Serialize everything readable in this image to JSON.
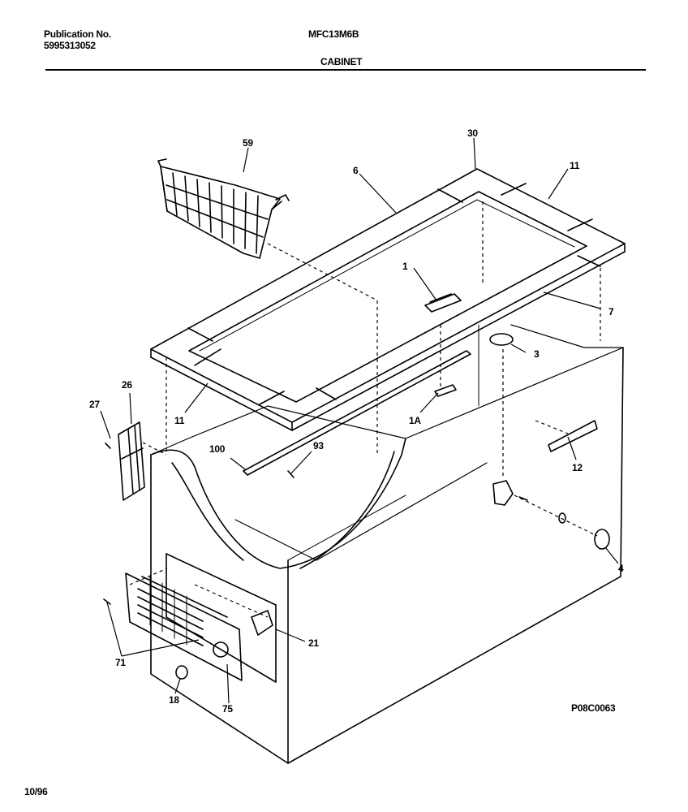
{
  "header": {
    "publication_label": "Publication No.",
    "publication_number": "5995313052",
    "model": "MFC13M6B",
    "section": "CABINET"
  },
  "callouts": {
    "c59": "59",
    "c30": "30",
    "c6": "6",
    "c11_top": "11",
    "c1": "1",
    "c7": "7",
    "c3": "3",
    "c26": "26",
    "c27": "27",
    "c11_left": "11",
    "c1A": "1A",
    "c100": "100",
    "c93": "93",
    "c12": "12",
    "c4": "4",
    "c21": "21",
    "c71": "71",
    "c18": "18",
    "c75": "75"
  },
  "footer": {
    "diagram_code": "P08C0063",
    "date": "10/96"
  }
}
